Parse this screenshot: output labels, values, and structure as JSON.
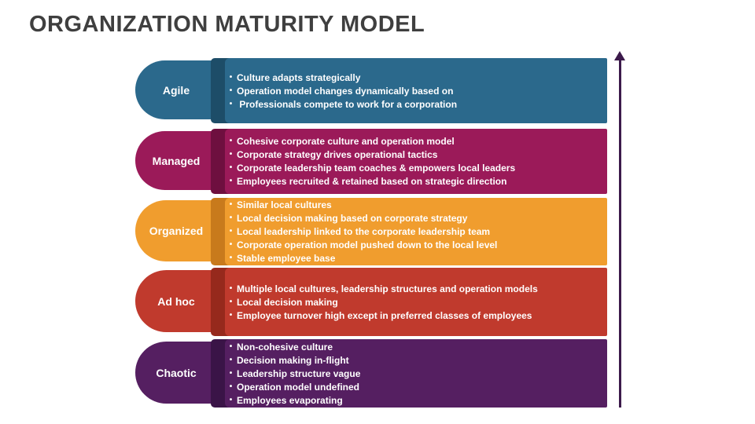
{
  "title": "ORGANIZATION MATURITY MODEL",
  "colors": {
    "background": "#FFFFFF",
    "title_text": "#3F3F3F",
    "arrow": "#3C1A4B",
    "bullet_text": "#FFFFFF"
  },
  "levels": [
    {
      "label": "Agile",
      "color": "#2B698C",
      "fold_color": "#1D4D68",
      "bullets": [
        "Culture adapts strategically",
        "Operation model changes dynamically based on",
        " Professionals compete to work for a corporation"
      ]
    },
    {
      "label": "Managed",
      "color": "#9B1A59",
      "fold_color": "#6E0F3F",
      "bullets": [
        "Cohesive corporate culture and operation model",
        "Corporate strategy drives operational tactics",
        "Corporate leadership team coaches & empowers local leaders",
        "Employees recruited & retained based on strategic direction"
      ]
    },
    {
      "label": "Organized",
      "color": "#F09D2E",
      "fold_color": "#C87A1C",
      "bullets": [
        "Similar local cultures",
        "Local decision making based on corporate strategy",
        "Local leadership linked to the corporate leadership team",
        "Corporate operation model pushed down to the local level",
        "Stable employee base"
      ]
    },
    {
      "label": "Ad hoc",
      "color": "#C03A2D",
      "fold_color": "#96291C",
      "bullets": [
        "Multiple local cultures, leadership structures and operation models",
        "Local decision making",
        "Employee turnover high except in preferred classes of employees"
      ]
    },
    {
      "label": "Chaotic",
      "color": "#551F61",
      "fold_color": "#3A1447",
      "bullets": [
        "Non-cohesive culture",
        "Decision making in-flight",
        "Leadership structure vague",
        "Operation model undefined",
        "Employees evaporating"
      ]
    }
  ],
  "arrow": {
    "direction": "up"
  }
}
